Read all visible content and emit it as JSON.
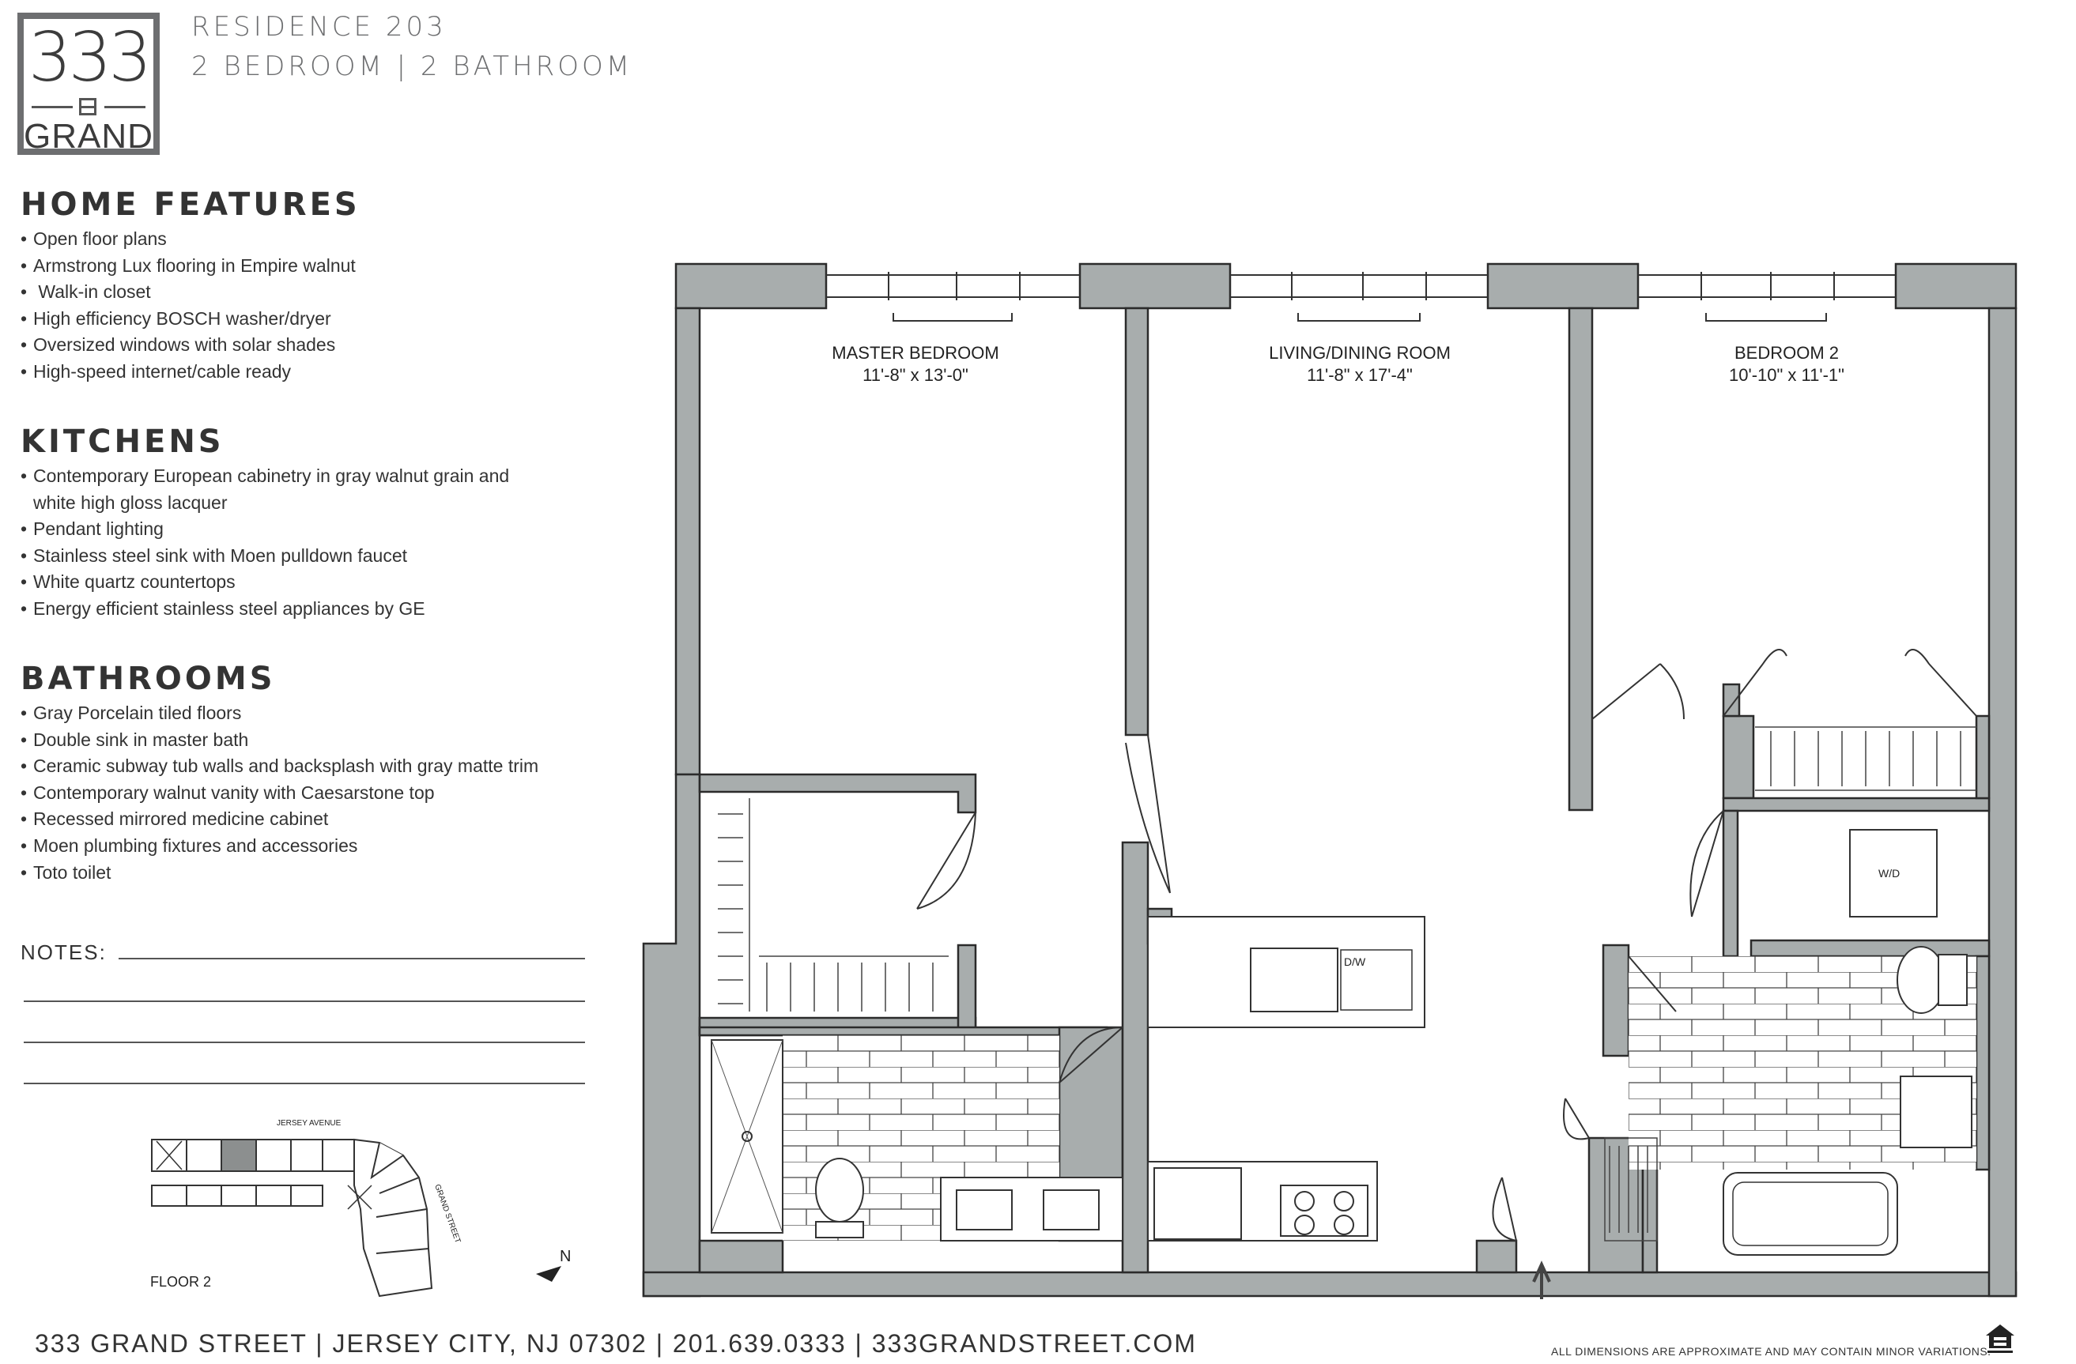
{
  "logo": {
    "number": "333",
    "name": "GRAND"
  },
  "header": {
    "residence": "RESIDENCE 203",
    "layout": "2 BEDROOM | 2 BATHROOM"
  },
  "home_features": {
    "title": "HOME FEATURES",
    "items": [
      "Open floor plans",
      "Armstrong Lux flooring in Empire walnut",
      " Walk-in closet",
      "High efficiency BOSCH washer/dryer",
      "Oversized windows with solar shades",
      "High-speed internet/cable ready"
    ]
  },
  "kitchens": {
    "title": "KITCHENS",
    "items": [
      "Contemporary European cabinetry in gray walnut grain and",
      "white high gloss lacquer",
      "Pendant lighting",
      "Stainless steel sink with Moen pulldown faucet",
      "White quartz countertops",
      "Energy efficient stainless steel appliances by GE"
    ]
  },
  "bathrooms": {
    "title": "BATHROOMS",
    "items": [
      "Gray Porcelain tiled floors",
      "Double sink in master bath",
      "Ceramic subway tub walls and backsplash with gray matte trim",
      "Contemporary walnut vanity with Caesarstone top",
      "Recessed mirrored medicine cabinet",
      "Moen plumbing fixtures and accessories",
      "Toto toilet"
    ]
  },
  "notes": {
    "label": "NOTES:"
  },
  "key_plan": {
    "street_top": "JERSEY AVENUE",
    "street_side": "GRAND STREET",
    "floor": "FLOOR 2",
    "north": "N"
  },
  "rooms": {
    "master": {
      "name": "MASTER BEDROOM",
      "size": "11'-8\" x 13'-0\""
    },
    "living": {
      "name": "LIVING/DINING ROOM",
      "size": "11'-8\" x 17'-4\""
    },
    "bedroom2": {
      "name": "BEDROOM 2",
      "size": "10'-10\" x 11'-1\""
    },
    "dw": "D/W",
    "wd": "W/D"
  },
  "footer": {
    "text": "333 GRAND STREET  |  JERSEY CITY, NJ 07302  |  201.639.0333  | 333GRANDSTREET.COM",
    "disclaimer": "ALL DIMENSIONS ARE APPROXIMATE AND MAY CONTAIN MINOR VARIATIONS."
  },
  "colors": {
    "wall": "#a8adad",
    "wall_stroke": "#2b2b2b",
    "logo_border": "#6d6e70",
    "text": "#333333"
  },
  "icons": [
    "north-arrow-icon",
    "entry-arrow-icon",
    "equal-housing-icon"
  ]
}
